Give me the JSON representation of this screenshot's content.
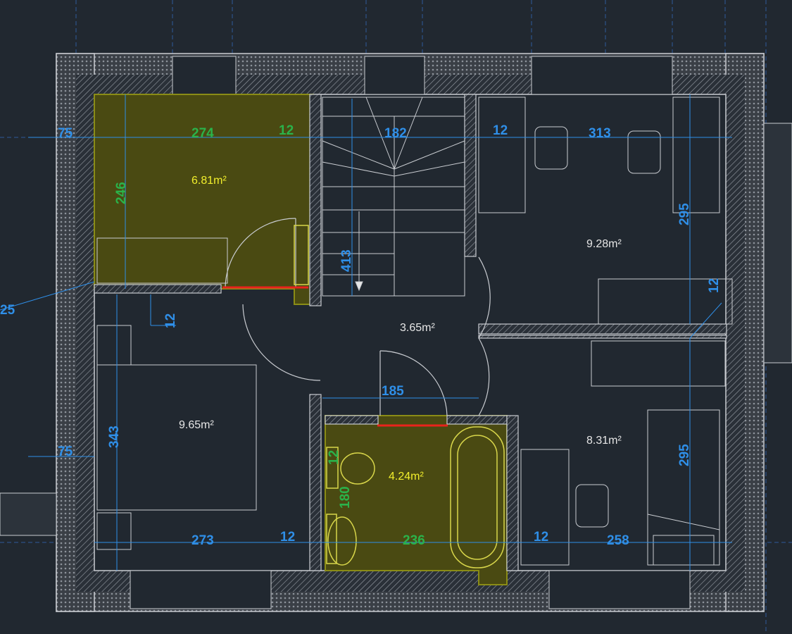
{
  "colors": {
    "background": "#212830",
    "wall": "#c9ccd1",
    "dimension_blue": "#2f8fe8",
    "dimension_green": "#2bb24a",
    "highlight": "#4a4a12",
    "highlight_edge": "#8a8c16",
    "door_red": "#e8231c",
    "area_text_white": "#e6e6e6",
    "area_text_yellow": "#f2ef2c"
  },
  "rooms": [
    {
      "id": "room-top-left",
      "area": "6.81m²"
    },
    {
      "id": "room-top-right",
      "area": "9.28m²"
    },
    {
      "id": "hall",
      "area": "3.65m²"
    },
    {
      "id": "room-bottom-left",
      "area": "9.65m²"
    },
    {
      "id": "bathroom",
      "area": "4.24m²"
    },
    {
      "id": "room-bottom-right",
      "area": "8.31m²"
    }
  ],
  "dimensions": {
    "d75_top": "75",
    "d274": "274",
    "d12_top_green": "12",
    "d182": "182",
    "d12_top_blue": "12",
    "d313": "313",
    "d246": "246",
    "d295_top": "295",
    "d413": "413",
    "d12_right": "12",
    "d25": "25",
    "d12_left": "12",
    "d185": "185",
    "d75_bottom": "75",
    "d343": "343",
    "d12_bath": "12",
    "d180": "180",
    "d295_bottom": "295",
    "d273": "273",
    "d12_bottom_left": "12",
    "d236": "236",
    "d12_bottom_right": "12",
    "d258": "258"
  }
}
